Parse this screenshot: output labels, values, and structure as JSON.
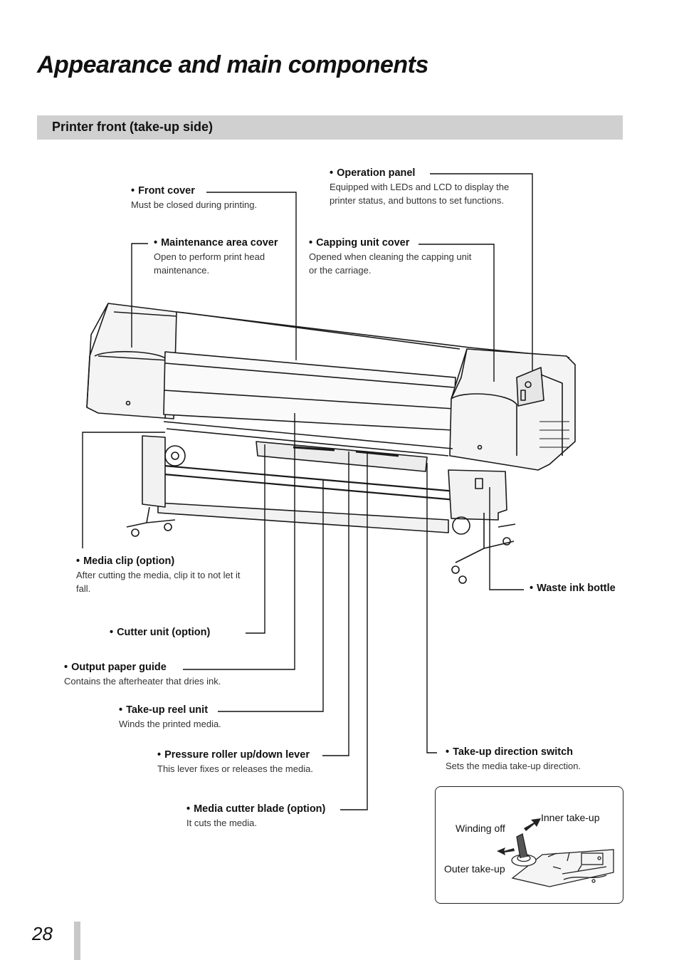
{
  "page": {
    "title": "Appearance and main components",
    "section_title": "Printer front (take-up side)",
    "page_number": "28"
  },
  "components": {
    "operation_panel": {
      "name": "Operation panel",
      "desc": "Equipped with LEDs and LCD to display the printer status, and buttons to set functions."
    },
    "front_cover": {
      "name": "Front cover",
      "desc": "Must be closed during printing."
    },
    "maintenance_area_cover": {
      "name": "Maintenance area cover",
      "desc": "Open to perform print head maintenance."
    },
    "capping_unit_cover": {
      "name": "Capping unit cover",
      "desc": "Opened when cleaning the capping unit or the carriage."
    },
    "media_clip": {
      "name": "Media clip (option)",
      "desc": "After cutting the media, clip it to not let it fall."
    },
    "waste_ink_bottle": {
      "name": "Waste ink bottle"
    },
    "cutter_unit": {
      "name": "Cutter unit (option)"
    },
    "output_paper_guide": {
      "name": "Output paper guide",
      "desc": "Contains the afterheater that dries ink."
    },
    "take_up_reel_unit": {
      "name": "Take-up reel unit",
      "desc": "Winds the printed media."
    },
    "pressure_roller_lever": {
      "name": "Pressure roller up/down lever",
      "desc": "This lever fixes or releases the media."
    },
    "take_up_direction_switch": {
      "name": "Take-up direction switch",
      "desc": "Sets the media take-up direction."
    },
    "media_cutter_blade": {
      "name": "Media cutter blade (option)",
      "desc": "It cuts the media."
    }
  },
  "switch_detail": {
    "winding_off": "Winding off",
    "inner_take_up": "Inner take-up",
    "outer_take_up": "Outer take-up"
  }
}
